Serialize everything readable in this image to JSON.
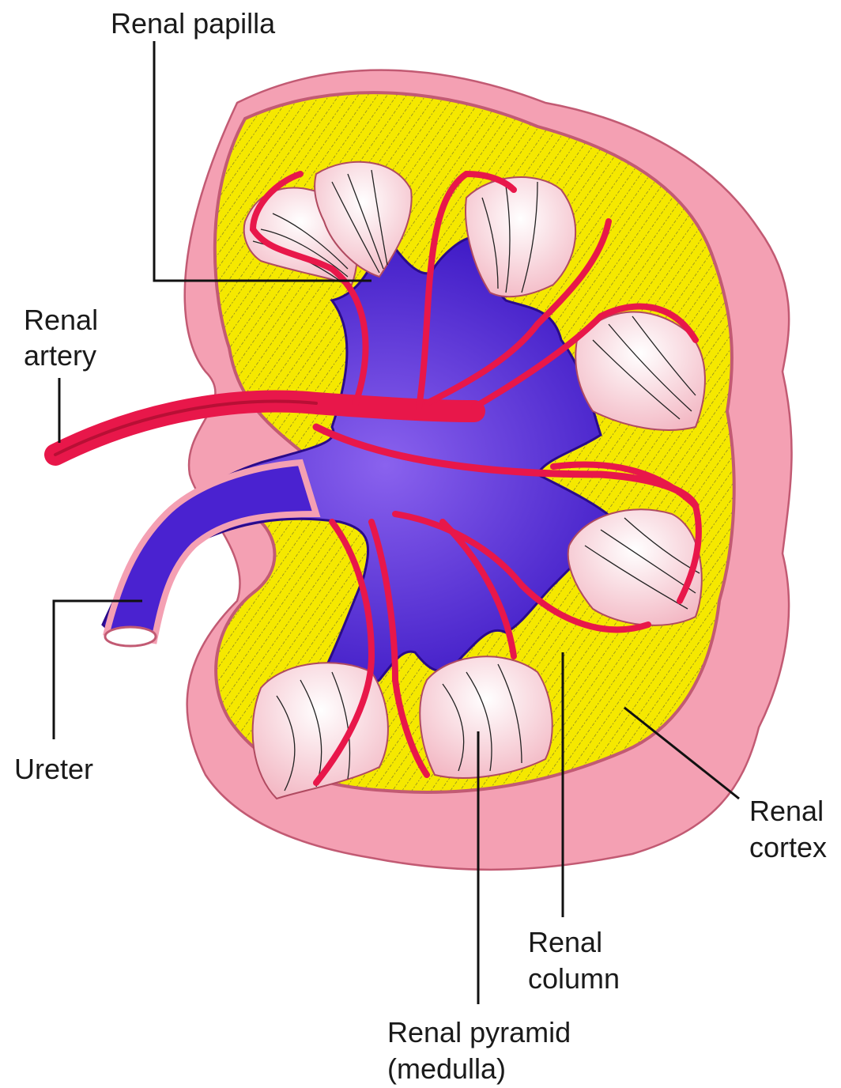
{
  "diagram": {
    "labels": {
      "renal_papilla": "Renal papilla",
      "renal_artery": [
        "Renal",
        "artery"
      ],
      "ureter": "Ureter",
      "renal_cortex": [
        "Renal",
        "cortex"
      ],
      "renal_column": [
        "Renal",
        "column"
      ],
      "renal_pyramid": [
        "Renal pyramid",
        "(medulla)"
      ]
    },
    "colors": {
      "capsule": "#f4a0b3",
      "capsule_outline": "#e07a90",
      "cortex": "#f5e800",
      "pelvis": "#3a12c8",
      "pelvis_light": "#7a4fe8",
      "artery": "#e8174a",
      "pyramid": "#f8d6dd",
      "leader": "#111111"
    }
  }
}
